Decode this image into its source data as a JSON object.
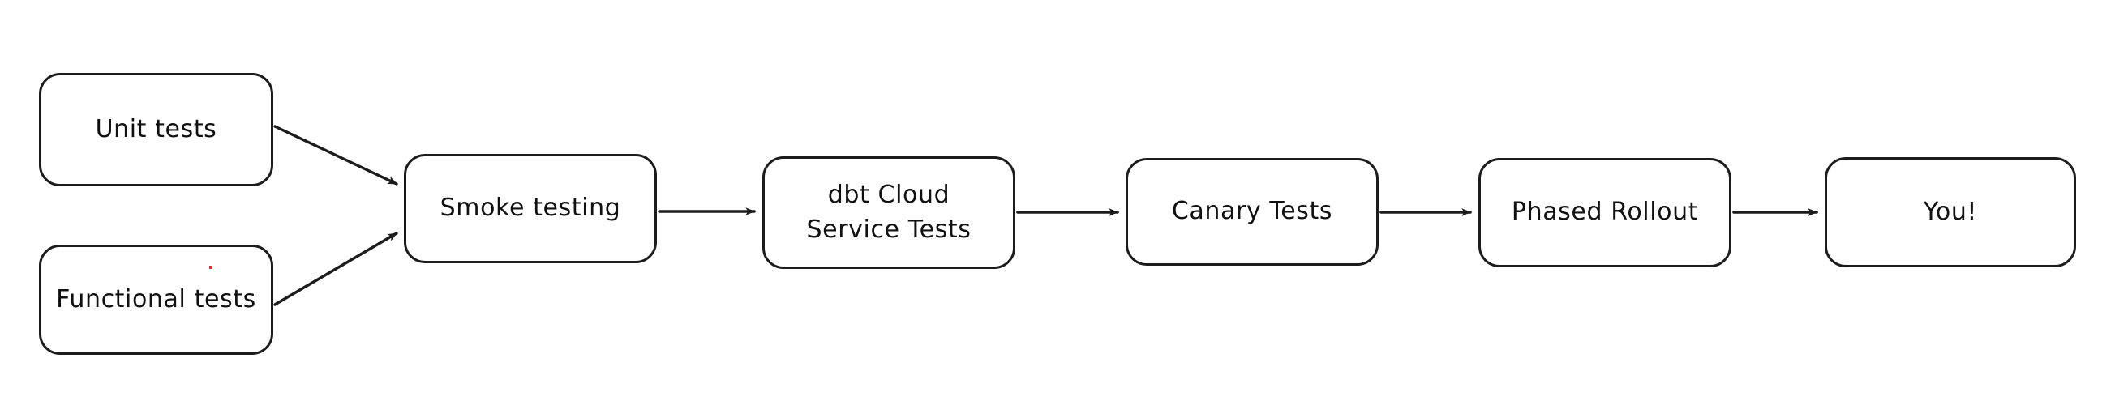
{
  "diagram": {
    "title": "Testing and release pipeline flowchart",
    "style": {
      "background": "#ffffff",
      "stroke": "#1c1c1c",
      "text": "#111111",
      "speck": "#e03131"
    },
    "nodes": [
      {
        "id": "unit-tests",
        "label": "Unit tests",
        "shape": "rounded-rectangle"
      },
      {
        "id": "functional-tests",
        "label": "Functional tests",
        "shape": "rounded-rectangle"
      },
      {
        "id": "smoke-testing",
        "label": "Smoke testing",
        "shape": "rounded-rectangle"
      },
      {
        "id": "dbt-cloud",
        "label": "dbt Cloud\nService Tests",
        "shape": "rounded-rectangle"
      },
      {
        "id": "canary-tests",
        "label": "Canary Tests",
        "shape": "rounded-rectangle"
      },
      {
        "id": "phased-rollout",
        "label": "Phased Rollout",
        "shape": "rounded-rectangle"
      },
      {
        "id": "you",
        "label": "You!",
        "shape": "rounded-rectangle"
      }
    ],
    "edges": [
      {
        "id": "e1",
        "from": "unit-tests",
        "to": "smoke-testing",
        "label": "",
        "kind": "arrow-diagonal-down"
      },
      {
        "id": "e2",
        "from": "functional-tests",
        "to": "smoke-testing",
        "label": "",
        "kind": "arrow-diagonal-up"
      },
      {
        "id": "e3",
        "from": "smoke-testing",
        "to": "dbt-cloud",
        "label": "",
        "kind": "arrow-straight"
      },
      {
        "id": "e4",
        "from": "dbt-cloud",
        "to": "canary-tests",
        "label": "",
        "kind": "arrow-straight"
      },
      {
        "id": "e5",
        "from": "canary-tests",
        "to": "phased-rollout",
        "label": "",
        "kind": "arrow-straight"
      },
      {
        "id": "e6",
        "from": "phased-rollout",
        "to": "you",
        "label": "",
        "kind": "arrow-straight"
      }
    ]
  }
}
